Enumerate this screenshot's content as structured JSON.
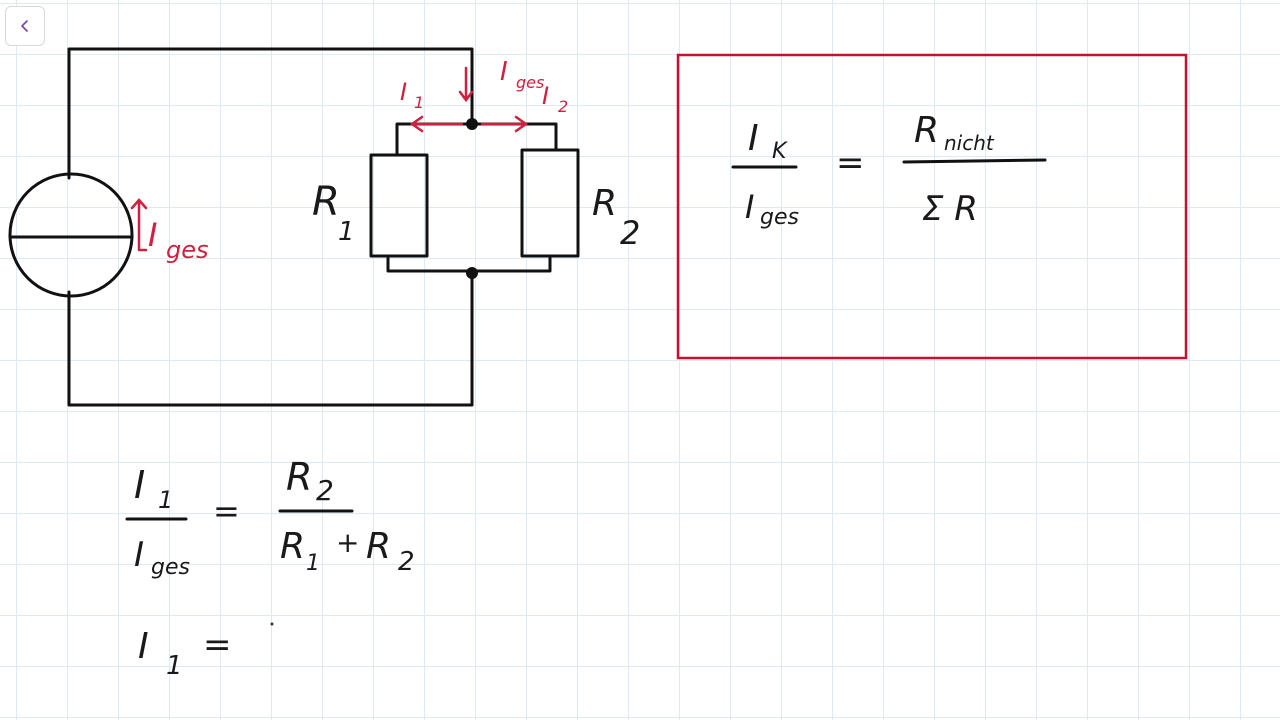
{
  "toolbar": {
    "back_icon": "chevron-left-icon"
  },
  "colors": {
    "ink": "#111111",
    "annotation": "#d02040",
    "grid": "#dfe9f2",
    "box": "#c8102e"
  },
  "circuit": {
    "source_current_label": "I",
    "source_current_sub": "ges",
    "r1_label": "R",
    "r1_sub": "1",
    "r2_label": "R",
    "r2_sub": "2",
    "branch_current_1": "I",
    "branch_current_1_sub": "1",
    "branch_current_2": "I",
    "branch_current_2_sub": "2",
    "top_current": "I",
    "top_current_sub": "ges"
  },
  "formula_box": {
    "num_left": "I",
    "num_left_sub": "K",
    "den_left": "I",
    "den_left_sub": "ges",
    "equals": "=",
    "num_right": "R",
    "num_right_sub": "nicht",
    "den_right": "Σ R"
  },
  "formula_1": {
    "num_left": "I",
    "num_left_sub": "1",
    "den_left": "I",
    "den_left_sub": "ges",
    "equals": "=",
    "num_right": "R",
    "num_right_sub": "2",
    "den_right_a": "R",
    "den_right_a_sub": "1",
    "plus": "+",
    "den_right_b": "R",
    "den_right_b_sub": "2"
  },
  "formula_2": {
    "left": "I",
    "left_sub": "1",
    "equals": "="
  }
}
